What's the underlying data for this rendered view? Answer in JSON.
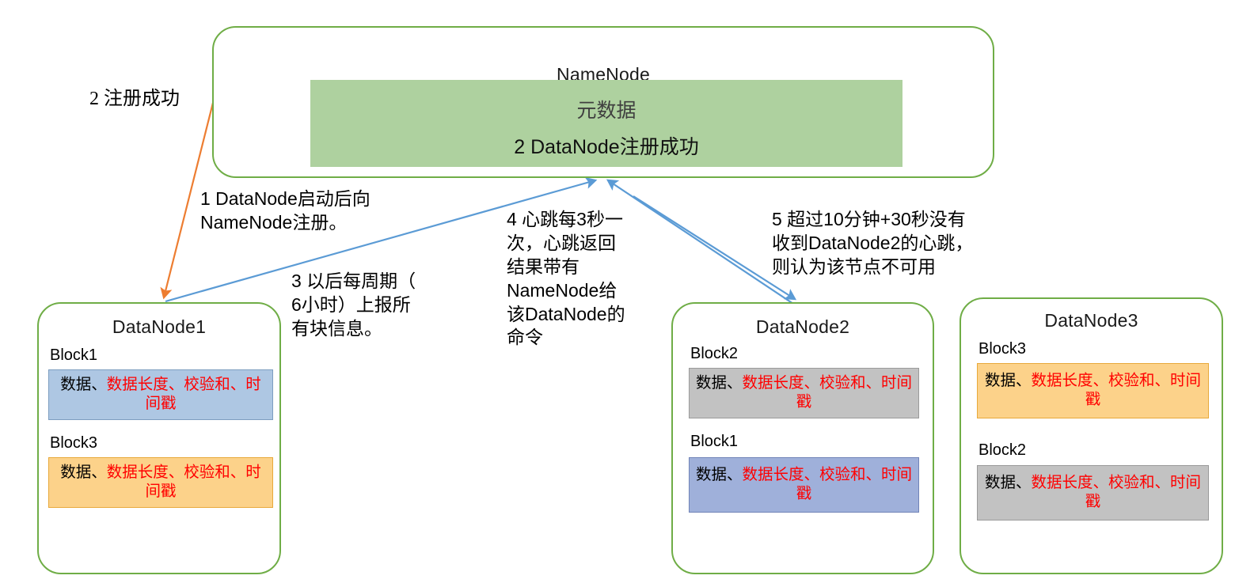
{
  "diagram": {
    "title_note": "HDFS NameNode / DataNode heartbeat & registration diagram",
    "colors": {
      "node_border": "#6fad46",
      "metadata_fill": "#aed19f",
      "arrow_orange": "#ed7d31",
      "arrow_blue": "#5b9bd5",
      "block_blue": "#aec7e3",
      "block_violet": "#9fb0da",
      "block_amber": "#fcd28a",
      "block_grey": "#c2c2c2",
      "red_text": "#ff0000"
    }
  },
  "namenode": {
    "title": "NameNode",
    "metadata": {
      "line1": "元数据",
      "line2": "2 DataNode注册成功"
    }
  },
  "annotations": {
    "step2": "2 注册成功",
    "step1": "1 DataNode启动后向\nNameNode注册。",
    "step3": "3 以后每周期（\n6小时）上报所\n有块信息。",
    "step4": "4 心跳每3秒一\n次，心跳返回\n结果带有\nNameNode给\n该DataNode的\n命令",
    "step5": "5 超过10分钟+30秒没有\n收到DataNode2的心跳，\n则认为该节点不可用"
  },
  "block_payload": {
    "plain": "数据、",
    "red": "数据长度、校验和、时间戳"
  },
  "datanodes": [
    {
      "title": "DataNode1",
      "blocks": [
        {
          "label": "Block1",
          "fill": "blue"
        },
        {
          "label": "Block3",
          "fill": "amber"
        }
      ]
    },
    {
      "title": "DataNode2",
      "blocks": [
        {
          "label": "Block2",
          "fill": "grey"
        },
        {
          "label": "Block1",
          "fill": "violet"
        }
      ]
    },
    {
      "title": "DataNode3",
      "blocks": [
        {
          "label": "Block3",
          "fill": "amber"
        },
        {
          "label": "Block2",
          "fill": "grey"
        }
      ]
    }
  ],
  "arrows": [
    {
      "name": "namenode-to-datanode1-register-reply",
      "color": "#ed7d31"
    },
    {
      "name": "datanode1-to-namenode-blockreport",
      "color": "#5b9bd5"
    },
    {
      "name": "datanode2-to-namenode-heartbeat",
      "color": "#5b9bd5"
    },
    {
      "name": "namenode-to-datanode2-dead-check",
      "color": "#5b9bd5"
    }
  ]
}
